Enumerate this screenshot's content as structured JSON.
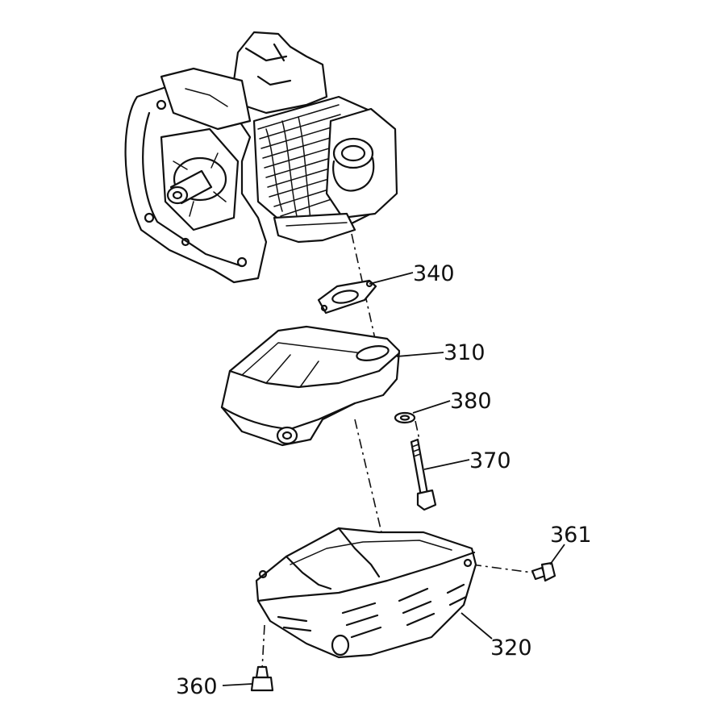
{
  "diagram": {
    "parts": [
      {
        "id": "engine",
        "label": ""
      },
      {
        "id": "gasket",
        "label": "340"
      },
      {
        "id": "muffler",
        "label": "310"
      },
      {
        "id": "washer",
        "label": "380"
      },
      {
        "id": "stud-bolt",
        "label": "370"
      },
      {
        "id": "side-bolt",
        "label": "361"
      },
      {
        "id": "muffler-cover",
        "label": "320"
      },
      {
        "id": "bottom-bolt",
        "label": "360"
      }
    ]
  },
  "colors": {
    "ink": "#111111",
    "background": "#ffffff"
  }
}
